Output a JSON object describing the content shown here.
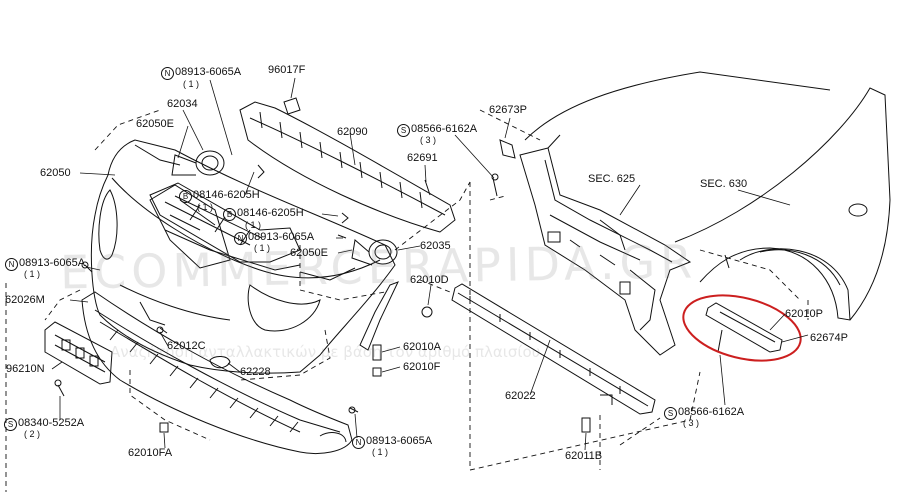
{
  "diagram": {
    "section_refs": {
      "sec625": "SEC. 625",
      "sec630": "SEC. 630"
    },
    "parts": {
      "p_96017F": "96017F",
      "p_62034": "62034",
      "p_62050E_a": "62050E",
      "p_62050": "62050",
      "p_62090": "62090",
      "p_62691": "62691",
      "p_62050E_b": "62050E",
      "p_62035": "62035",
      "p_62026M": "62026M",
      "p_62010D": "62010D",
      "p_62012C": "62012C",
      "p_62228": "62228",
      "p_62010A": "62010A",
      "p_62010F": "62010F",
      "p_96210N": "96210N",
      "p_62010FA": "62010FA",
      "p_62022": "62022",
      "p_62011B": "62011B",
      "p_62673P": "62673P",
      "p_62010P": "62010P",
      "p_62674P": "62674P"
    },
    "fasteners": {
      "f1": {
        "prefix": "N",
        "code": "08913-6065A",
        "qty": "( 1 )"
      },
      "f2": {
        "prefix": "B",
        "code": "08146-6205H",
        "qty": "( 1 )"
      },
      "f3": {
        "prefix": "B",
        "code": "08146-6205H",
        "qty": "( 1 )"
      },
      "f4": {
        "prefix": "N",
        "code": "08913-6065A",
        "qty": "( 1 )"
      },
      "f5": {
        "prefix": "N",
        "code": "08913-6065A",
        "qty": "( 1 )"
      },
      "f6": {
        "prefix": "S",
        "code": "08340-5252A",
        "qty": "( 2 )"
      },
      "f7": {
        "prefix": "N",
        "code": "08913-6065A",
        "qty": "( 1 )"
      },
      "f8": {
        "prefix": "S",
        "code": "08566-6162A",
        "qty": "( 3 )"
      },
      "f9": {
        "prefix": "S",
        "code": "08566-6162A",
        "qty": "( 3 )"
      }
    },
    "watermark": {
      "line1": "ECOMMERCERAPIDA.GR",
      "line2": "Αναζήτηση ανταλλακτικών με βάση τον αριθμό πλαισίου"
    },
    "highlight_color": "#cc1f1f",
    "line_color": "#111111"
  }
}
